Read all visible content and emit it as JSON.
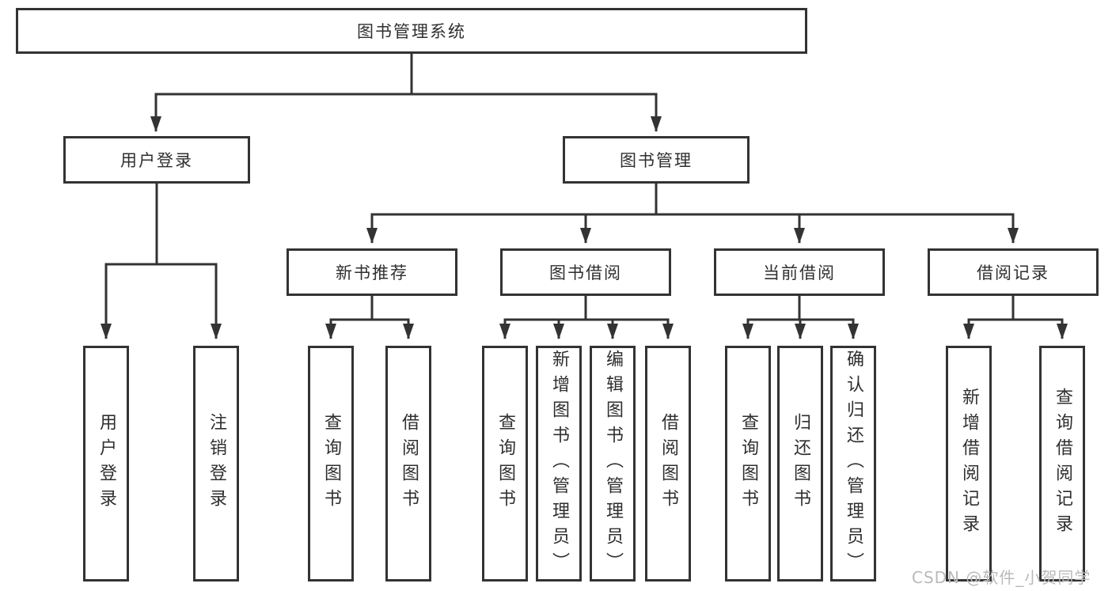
{
  "diagram": {
    "title": "图书管理系统",
    "level2": [
      {
        "label": "用户登录"
      },
      {
        "label": "图书管理"
      }
    ],
    "level3": [
      {
        "label": "新书推荐",
        "parent": "图书管理"
      },
      {
        "label": "图书借阅",
        "parent": "图书管理"
      },
      {
        "label": "当前借阅",
        "parent": "图书管理"
      },
      {
        "label": "借阅记录",
        "parent": "图书管理"
      }
    ],
    "leaves": [
      {
        "label": "用户登录",
        "parent": "用户登录"
      },
      {
        "label": "注销登录",
        "parent": "用户登录"
      },
      {
        "label": "查询图书",
        "parent": "新书推荐"
      },
      {
        "label": "借阅图书",
        "parent": "新书推荐"
      },
      {
        "label": "查询图书",
        "parent": "图书借阅"
      },
      {
        "label": "新增图书（管理员）",
        "parent": "图书借阅"
      },
      {
        "label": "编辑图书（管理员）",
        "parent": "图书借阅"
      },
      {
        "label": "借阅图书",
        "parent": "图书借阅"
      },
      {
        "label": "查询图书",
        "parent": "当前借阅"
      },
      {
        "label": "归还图书",
        "parent": "当前借阅"
      },
      {
        "label": "确认归还（管理员）",
        "parent": "当前借阅"
      },
      {
        "label": "新增借阅记录",
        "parent": "借阅记录"
      },
      {
        "label": "查询借阅记录",
        "parent": "借阅记录"
      }
    ],
    "watermark": "CSDN @软件_小贺同学",
    "colors": {
      "line": "#333333",
      "text": "#2f2f2f",
      "background": "#ffffff",
      "watermark": "#b9b9bb"
    }
  }
}
